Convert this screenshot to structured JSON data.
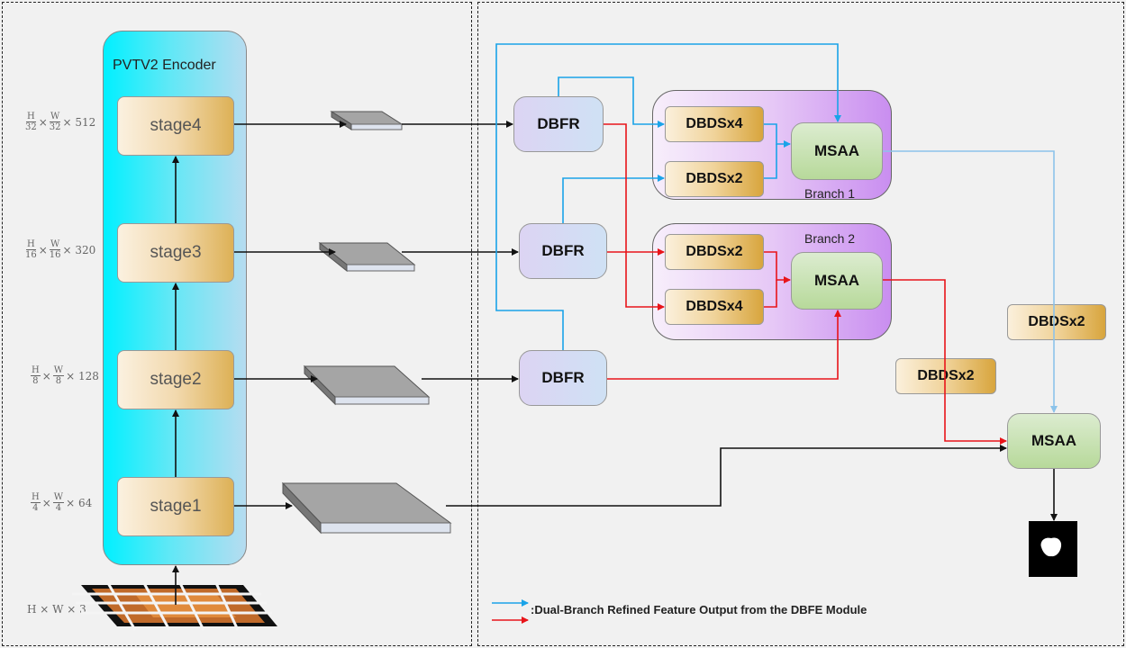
{
  "encoder": {
    "title": "PVTV2 Encoder"
  },
  "stages": [
    "stage4",
    "stage3",
    "stage2",
    "stage1"
  ],
  "dims": [
    {
      "h_den": "32",
      "w_den": "32",
      "ch": "× 512"
    },
    {
      "h_den": "16",
      "w_den": "16",
      "ch": "× 320"
    },
    {
      "h_den": "8",
      "w_den": "8",
      "ch": "× 128"
    },
    {
      "h_den": "4",
      "w_den": "4",
      "ch": "× 64"
    }
  ],
  "dim_h": "H",
  "dim_w": "W",
  "dim_times": "×",
  "input_dim": "H × W × 3",
  "dbfr": [
    "DBFR",
    "DBFR",
    "DBFR"
  ],
  "branch1": {
    "label": "Branch 1",
    "top": "DBDSx4",
    "bottom": "DBDSx2",
    "msaa": "MSAA"
  },
  "branch2": {
    "label": "Branch 2",
    "top": "DBDSx2",
    "bottom": "DBDSx4",
    "msaa": "MSAA"
  },
  "standalone": {
    "dbds_right": "DBDSx2",
    "dbds_mid": "DBDSx2",
    "final_msaa": "MSAA"
  },
  "legend": {
    "text": ":Dual-Branch Refined Feature Output from the DBFE Module"
  },
  "colors": {
    "blue": "#1aa3e8",
    "lightblue": "#8cc3ea",
    "red": "#e8141a",
    "black": "#111111"
  }
}
